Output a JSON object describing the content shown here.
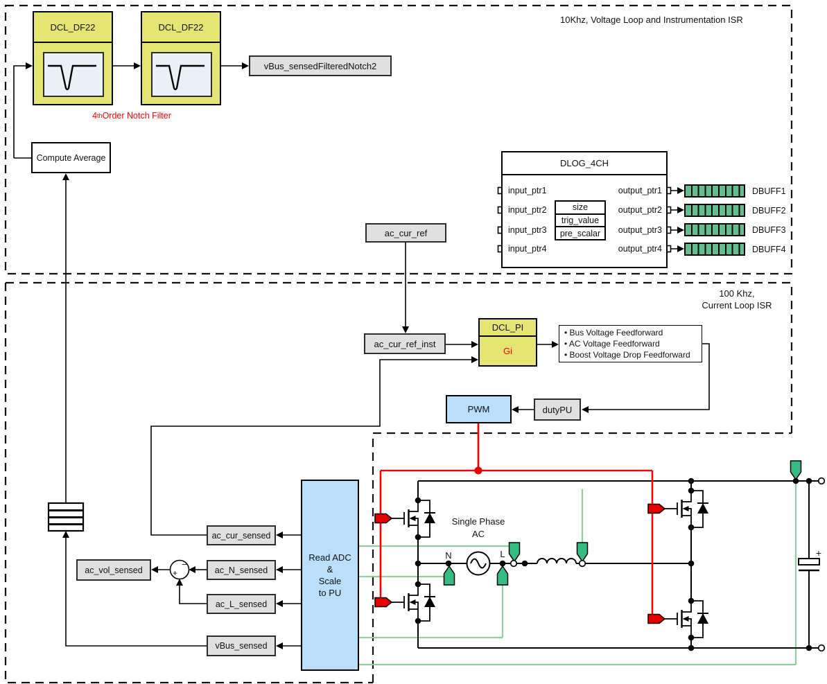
{
  "header": {
    "isr_voltage_label": "10Khz, Voltage Loop and Instrumentation ISR",
    "isr_current_label": "100 Khz,\nCurrent Loop ISR"
  },
  "notch_filter": {
    "block1_title": "DCL_DF22",
    "block2_title": "DCL_DF22",
    "caption_base": "4",
    "caption_sup": "th",
    "caption_rest": " Order Notch Filter",
    "output_box": "vBus_sensedFilteredNotch2",
    "compute_average": "Compute Average"
  },
  "dlog": {
    "title": "DLOG_4CH",
    "inputs": [
      "input_ptr1",
      "input_ptr2",
      "input_ptr3",
      "input_ptr4"
    ],
    "params": [
      "size",
      "trig_value",
      "pre_scalar"
    ],
    "outputs": [
      "output_ptr1",
      "output_ptr2",
      "output_ptr3",
      "output_ptr4"
    ],
    "buffers": [
      "DBUFF1",
      "DBUFF2",
      "DBUFF3",
      "DBUFF4"
    ]
  },
  "control_loop": {
    "ac_cur_ref": "ac_cur_ref",
    "ac_cur_ref_inst": "ac_cur_ref_inst",
    "pi_title": "DCL_PI",
    "pi_gain": "Gi",
    "feedforward_items": [
      "• Bus Voltage Feedforward",
      "• AC Voltage Feedforward",
      "• Boost Voltage Drop Feedforward"
    ],
    "pwm": "PWM",
    "duty": "dutyPU"
  },
  "adc": {
    "read_adc": "Read ADC\n&\nScale\nto PU",
    "ac_cur_sensed": "ac_cur_sensed",
    "ac_n_sensed": "ac_N_sensed",
    "ac_l_sensed": "ac_L_sensed",
    "vbus_sensed": "vBus_sensed",
    "ac_vol_sensed": "ac_vol_sensed",
    "sum_plus": "+",
    "sum_minus": "−"
  },
  "power_stage": {
    "single_phase_label": "Single Phase\nAC",
    "neutral_label": "N",
    "line_label": "L",
    "cap_plus": "+"
  },
  "colors": {
    "block_yellow": "#E5E573",
    "box_blue": "#BBDEFB",
    "box_gray": "#E0E0E0",
    "buffer_green": "#63BE8E",
    "wire_green": "#8CCE9C",
    "tag_green": "#35BC82",
    "wire_red": "#FF0000"
  }
}
